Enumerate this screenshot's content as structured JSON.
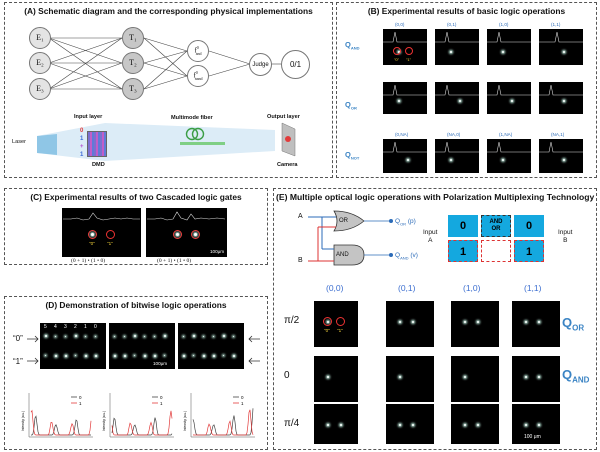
{
  "panelA": {
    "title": "(A) Schematic diagram and the corresponding physical implementations",
    "input_nodes": [
      "E₁",
      "E₂",
      "E₃"
    ],
    "hidden_nodes": [
      "T₁",
      "T₂",
      "T₃"
    ],
    "and_node": "fᵢₙᵈₐₙᵈ",
    "nand_node": "fᵢₙᵈₙₐₙᵈ",
    "and_label": "f",
    "and_sup": "0",
    "and_sub": "and",
    "nand_label": "f",
    "nand_sup": "0",
    "nand_sub": "nand",
    "judge": "Judge",
    "output": "0/1",
    "laser": "Laser",
    "input_layer": "Input layer",
    "dmd": "DMD",
    "fiber": "Multimode fiber",
    "output_layer": "Output layer",
    "camera": "Camera",
    "digits": [
      "0",
      "1",
      "+",
      "1"
    ]
  },
  "panelB": {
    "title": "(B) Experimental results of basic logic operations",
    "headers_top": [
      "(0,0)",
      "(0,1)",
      "(1,0)",
      "(1,1)"
    ],
    "headers_not": [
      "(0,NA)",
      "(NA,0)",
      "(1,NA)",
      "(NA,1)"
    ],
    "row_labels": [
      "Q",
      "Q",
      "Q"
    ],
    "row_subs": [
      "AND",
      "OR",
      "NOT"
    ],
    "marks": [
      "\"0\"",
      "\"1\""
    ]
  },
  "panelC": {
    "title": "(C) Experimental results of two Cascaded logic gates",
    "marks": [
      "\"0\"",
      "\"1\""
    ],
    "scale": "100μm",
    "captions": [
      "(0 + 1) • (1 • 0)",
      "(0 + 1) • (1 • 0)"
    ]
  },
  "panelD": {
    "title": "(D) Demonstration of bitwise logic operations",
    "row_labels": [
      "“0”",
      "“1”"
    ],
    "bit_indices": [
      "5",
      "4",
      "3",
      "2",
      "1",
      "0"
    ],
    "scale": "100μm",
    "legend": [
      "0",
      "1"
    ],
    "ylabel": "Intensity (a.u.)",
    "colors": {
      "zero": "#444444",
      "one": "#e23b3b"
    }
  },
  "panelE": {
    "title": "(E) Multiple optical logic operations with Polarization Multiplexing Technology",
    "input_a": "A",
    "input_b": "B",
    "gate_or": "OR",
    "gate_and": "AND",
    "q_or": "Q",
    "q_or_sub": "OR",
    "q_or_pol": "(p)",
    "q_and": "Q",
    "q_and_sub": "AND",
    "q_and_pol": "(v)",
    "grid": {
      "top_left": "0",
      "top_mid": "AND\nOR",
      "top_mid_l1": "AND",
      "top_mid_l2": "OR",
      "top_right": "0",
      "bot_left": "1",
      "bot_right": "1"
    },
    "input_left": [
      "Input",
      "A"
    ],
    "input_right": [
      "Input",
      "B"
    ],
    "columns": [
      "(0,0)",
      "(0,1)",
      "(1,0)",
      "(1,1)"
    ],
    "rows": [
      "π/2",
      "0",
      "π/4"
    ],
    "marks": [
      "\"0\"",
      "\"1\""
    ],
    "q_labels": [
      "Q",
      "Q"
    ],
    "q_subs": [
      "OR",
      "AND"
    ],
    "scale": "100 μm",
    "accent": "#3b84c4"
  }
}
